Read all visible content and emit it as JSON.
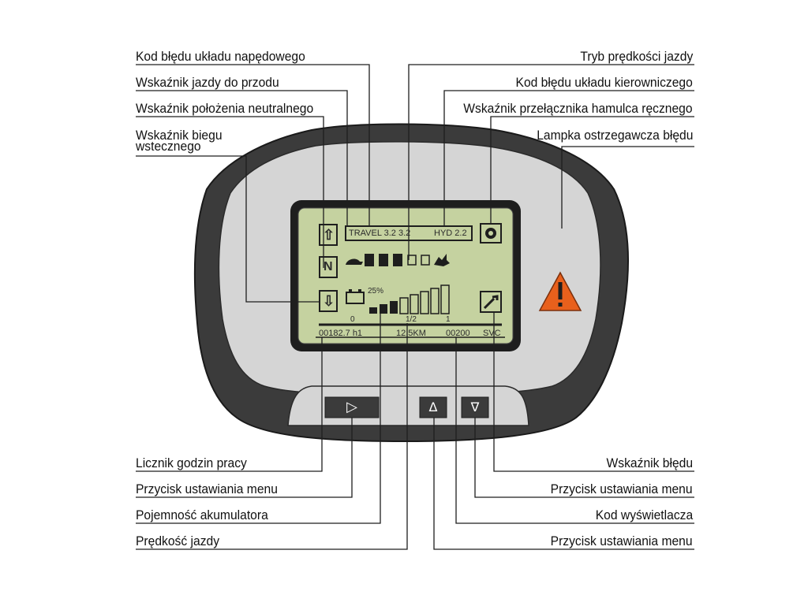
{
  "labels": {
    "drive_error_code": "Kod błędu układu napędowego",
    "forward_indicator": "Wskaźnik jazdy do przodu",
    "neutral_indicator": "Wskaźnik położenia neutralnego",
    "reverse_indicator": "Wskaźnik biegu\nwstecznego",
    "travel_speed_mode": "Tryb prędkości jazdy",
    "steering_error_code": "Kod błędu układu kierowniczego",
    "parking_brake_indicator": "Wskaźnik przełącznika hamulca ręcznego",
    "error_warning_lamp": "Lampka ostrzegawcza błędu",
    "hour_meter": "Licznik godzin pracy",
    "menu_button_left": "Przycisk ustawiania menu",
    "battery_capacity": "Pojemność akumulatora",
    "travel_speed": "Prędkość jazdy",
    "error_indicator": "Wskaźnik błędu",
    "menu_button_right": "Przycisk ustawiania menu",
    "display_code": "Kod wyświetlacza",
    "menu_button_bottom": "Przycisk ustawiania menu"
  },
  "display": {
    "travel_text": "TRAVEL 3.2 3.2",
    "hyd_text": "HYD 2.2",
    "battery_percent": "25%",
    "scale_0": "0",
    "scale_half": "1/2",
    "scale_1": "1",
    "hours": "00182.7 h1",
    "speed": "12.5KM",
    "code": "00200",
    "svc": "SVC",
    "forward_symbol": "⇧",
    "neutral_symbol": "N",
    "reverse_symbol": "⇩"
  },
  "buttons": {
    "menu_symbol": "▷",
    "up_symbol": "Δ",
    "down_symbol": "∇"
  },
  "colors": {
    "housing_dark": "#3b3b3b",
    "face_gray": "#d5d5d5",
    "screen_green": "#c5d2a0",
    "warning_orange": "#e8601c"
  }
}
